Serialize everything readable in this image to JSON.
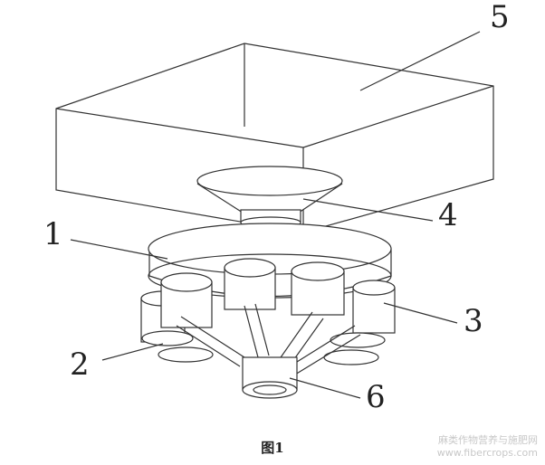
{
  "diagram": {
    "callouts": {
      "label_1": "1",
      "label_2": "2",
      "label_3": "3",
      "label_4": "4",
      "label_5": "5",
      "label_6": "6"
    },
    "caption": "图1"
  },
  "watermark": {
    "line1": "麻类作物营养与施肥网",
    "line2": "www.fibercrops.com"
  }
}
